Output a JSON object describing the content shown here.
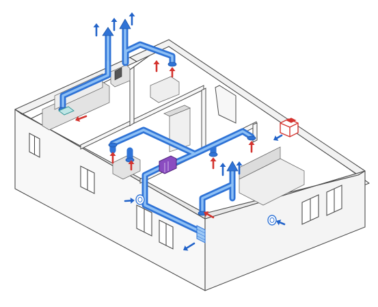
{
  "colors": {
    "background": "#ffffff",
    "wall_outline": "#4a4a4a",
    "wall_face": "#f7f7f7",
    "floor": "#ffffff",
    "furniture": "#d9d9d9",
    "duct_blue": "#2f73d6",
    "duct_light": "#7fb6f2",
    "exhaust_arrow": "#2263c9",
    "supply_arrow": "#d4332e",
    "heater_red": "#d4332e",
    "unit_purple": "#7a3aa8",
    "vent_grille": "#7fb6f2"
  },
  "icons": {
    "exhaust": "up-arrow-blue",
    "extract": "up-arrow-red",
    "intake": "diagonal-arrow-blue",
    "heater": "isometric-box-red",
    "recovery_unit": "ventilation-unit-purple"
  }
}
